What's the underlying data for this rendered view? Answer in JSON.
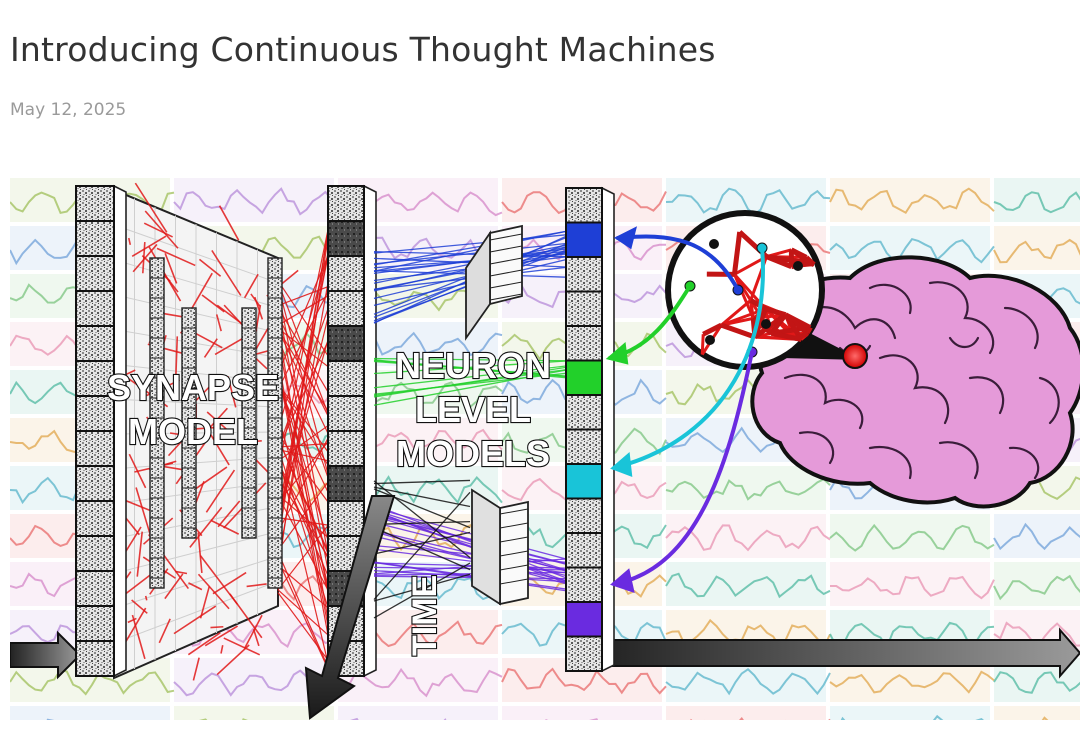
{
  "post": {
    "title": "Introducing Continuous Thought Machines",
    "date": "May 12, 2025"
  },
  "figure": {
    "labels": {
      "synapse_line1": "SYNAPSE",
      "synapse_line2": "MODEL",
      "neuron_line1": "NEURON",
      "neuron_line2": "LEVEL",
      "neuron_line3": "MODELS",
      "time": "TIME"
    },
    "colors": {
      "synapse_connections": "#e01818",
      "neuron_blue": "#1e3fd6",
      "neuron_green": "#22d02a",
      "neuron_cyan": "#19c4d8",
      "neuron_purple": "#6a2be0",
      "brain": "#e59ad9"
    }
  }
}
